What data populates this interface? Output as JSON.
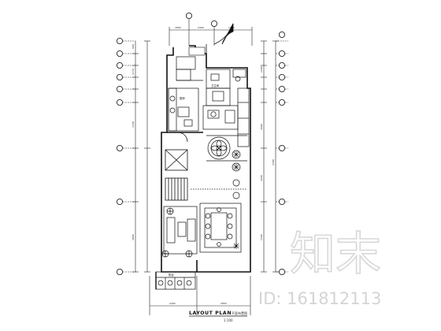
{
  "title": "LAYOUT PLAN",
  "title_suffix": "平面布置图",
  "scale_note": "1:100",
  "room_labels": {
    "kitchen": "厨房",
    "bath": "卫生间",
    "balcony": "阳台"
  },
  "top_dims": [
    "1800",
    "2400",
    "1300"
  ],
  "bottom_dims": [
    "2400",
    "1850"
  ],
  "right_dims": [
    "1200",
    "3600",
    "3200",
    "1500",
    "3780"
  ],
  "left_dims": [
    "600",
    "1150",
    "1500",
    "3800"
  ],
  "watermark_logo": "知末",
  "watermark_id": "ID: 161812113"
}
